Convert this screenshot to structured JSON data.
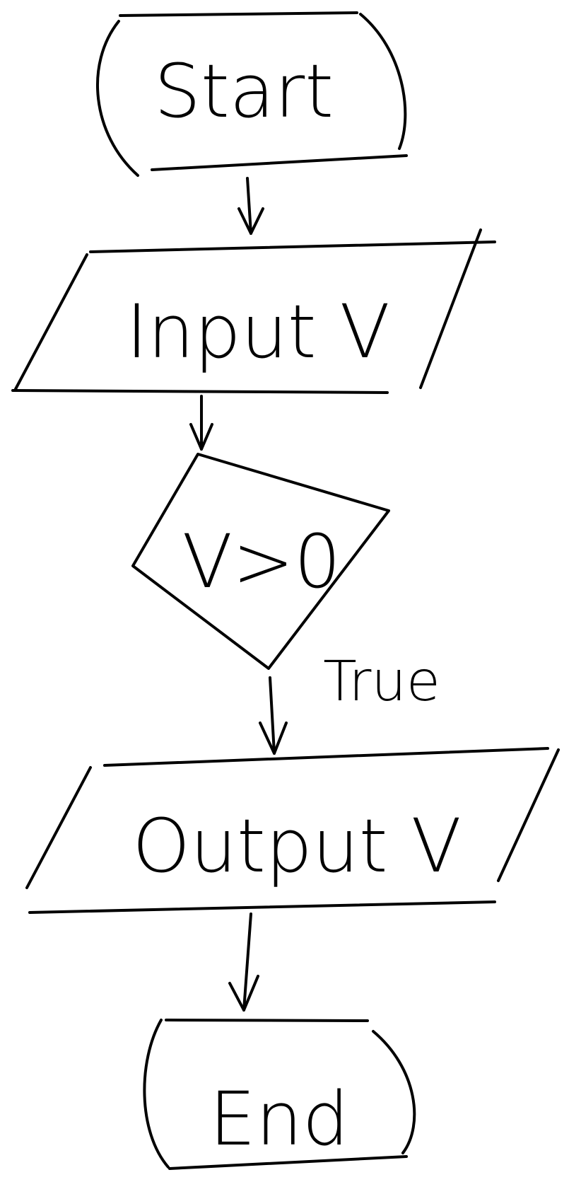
{
  "diagram": {
    "nodes": [
      {
        "id": "start",
        "shape": "terminator",
        "label": "Start"
      },
      {
        "id": "input",
        "shape": "parallelogram",
        "label": "Input V"
      },
      {
        "id": "decision",
        "shape": "diamond",
        "label": "V>0"
      },
      {
        "id": "output",
        "shape": "parallelogram",
        "label": "Output V"
      },
      {
        "id": "end",
        "shape": "terminator",
        "label": "End"
      }
    ],
    "edges": [
      {
        "from": "start",
        "to": "input",
        "label": ""
      },
      {
        "from": "input",
        "to": "decision",
        "label": ""
      },
      {
        "from": "decision",
        "to": "output",
        "label": "True"
      },
      {
        "from": "output",
        "to": "end",
        "label": ""
      }
    ]
  }
}
